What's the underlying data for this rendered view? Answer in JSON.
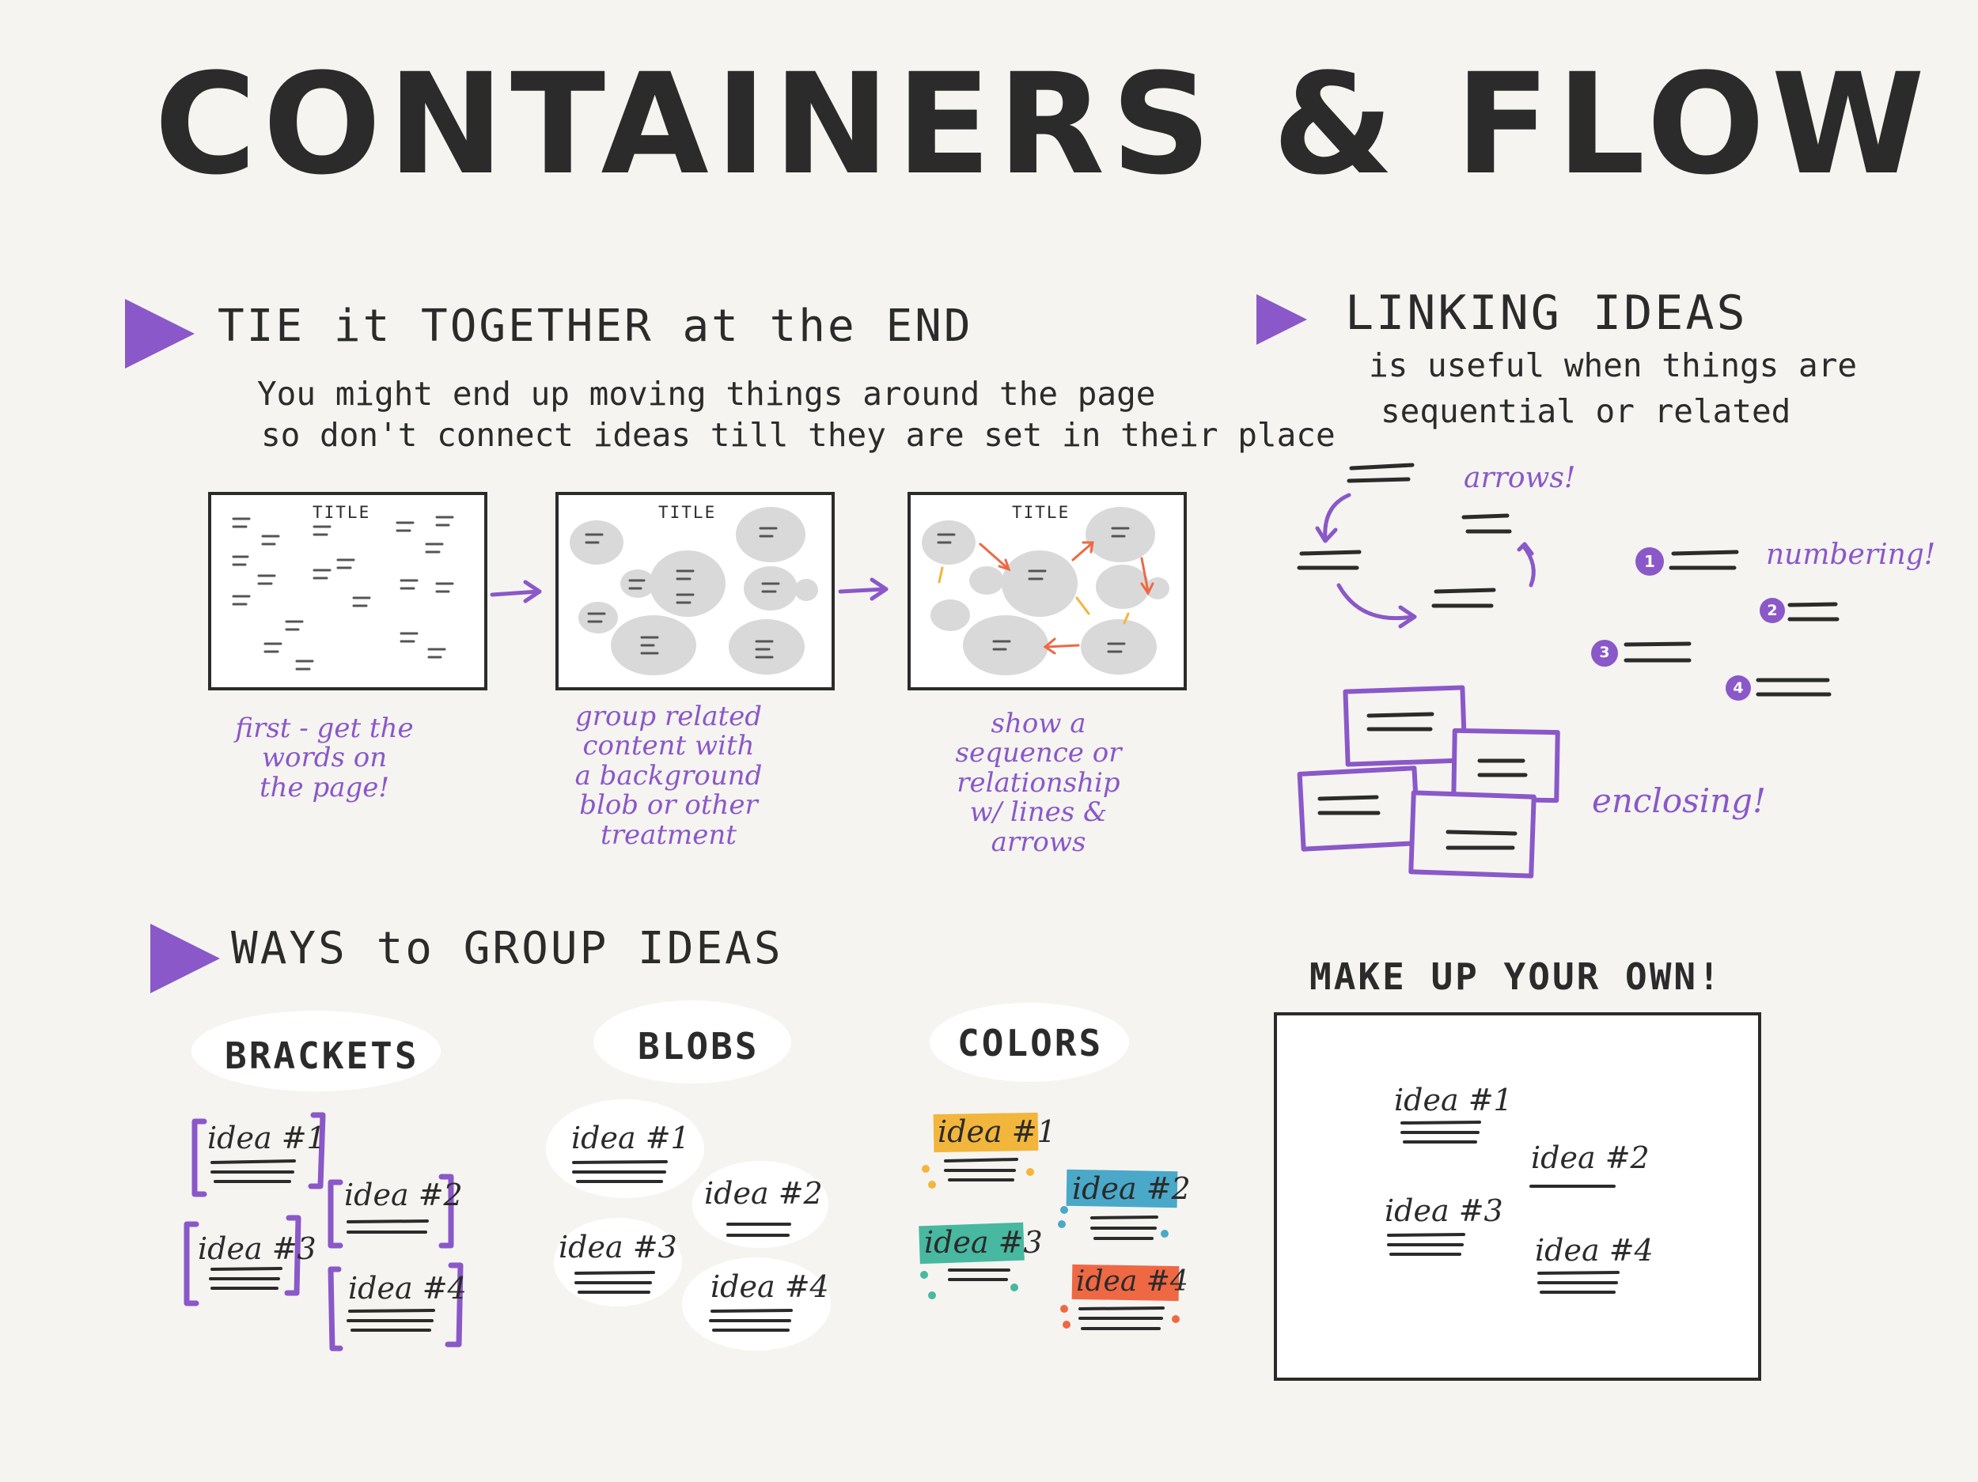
{
  "title": "CONTAINERS & FLOW",
  "tie": {
    "heading": "TIE it TOGETHER at the END",
    "body_line1": "You might end up moving things around the page",
    "body_line2": "so don't connect ideas till they are set in their place",
    "card_title": "TITLE",
    "caption1": [
      "first - get the",
      "words on",
      "the page!"
    ],
    "caption2": [
      "group related",
      "content with",
      "a background",
      "blob or other",
      "treatment"
    ],
    "caption3": [
      "show a",
      "sequence or",
      "relationship",
      "w/ lines &",
      "arrows"
    ]
  },
  "linking": {
    "heading": "LINKING IDEAS",
    "body_line1": "is useful when things are",
    "body_line2": "sequential or related",
    "arrows_label": "arrows!",
    "numbering_label": "numbering!",
    "enclosing_label": "enclosing!",
    "numbers": [
      "1",
      "2",
      "3",
      "4"
    ]
  },
  "ways": {
    "heading": "WAYS to GROUP IDEAS",
    "brackets_label": "BRACKETS",
    "blobs_label": "BLOBS",
    "colors_label": "COLORS",
    "ideas": [
      "idea #1",
      "idea #2",
      "idea #3",
      "idea #4"
    ]
  },
  "own": {
    "heading": "MAKE UP YOUR OWN!",
    "ideas": [
      "idea #1",
      "idea #2",
      "idea #3",
      "idea #4"
    ]
  },
  "colors": {
    "accent": "#8a58c8",
    "yellow": "#f2b63c",
    "blue": "#4aa8c8",
    "green": "#48b8a0",
    "red": "#ee6844",
    "blob_gray": "#d9d9d9"
  }
}
